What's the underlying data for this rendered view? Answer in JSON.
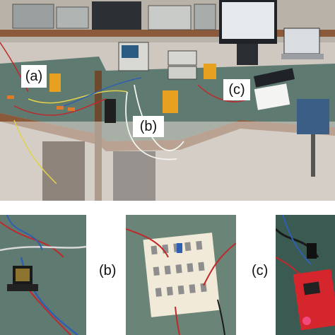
{
  "labels": {
    "top_a": "(a)",
    "top_b": "(b)",
    "top_c": "(c)",
    "bottom_b": "(b)",
    "bottom_c": "(c)"
  },
  "colors": {
    "desk": "#5f7a70",
    "floor": "#cfc8c0",
    "wood": "#8a5a3a",
    "wire_red": "#c0282a",
    "wire_blue": "#2f5fb0",
    "multimeter": "#e8a020",
    "breadboard": "#f2ead8",
    "red_board": "#d4262c"
  }
}
